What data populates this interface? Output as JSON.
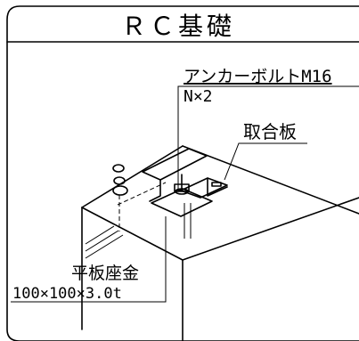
{
  "title": "ＲＣ基礎",
  "labels": {
    "anchor_bolt": "アンカーボルトM16",
    "anchor_qty": "N×2",
    "mounting_plate": "取合板",
    "washer_name": "平板座金",
    "washer_size": "100×100×3.0t"
  }
}
